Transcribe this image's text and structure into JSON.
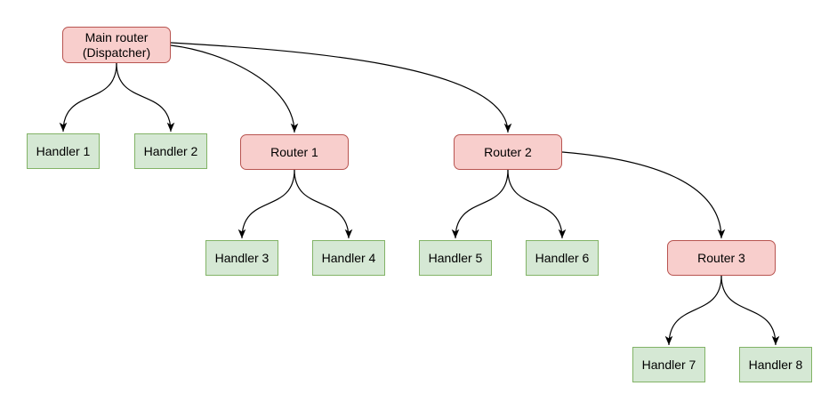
{
  "colors": {
    "background": "#ffffff",
    "router-fill": "#f8cecc",
    "router-stroke": "#b85450",
    "handler-fill": "#d5e8d4",
    "handler-stroke": "#82b366",
    "edge": "#000000",
    "text": "#000000"
  },
  "nodes": {
    "main_router": {
      "label": "Main router\n(Dispatcher)",
      "type": "router"
    },
    "router1": {
      "label": "Router 1",
      "type": "router"
    },
    "router2": {
      "label": "Router 2",
      "type": "router"
    },
    "router3": {
      "label": "Router 3",
      "type": "router"
    },
    "handler1": {
      "label": "Handler 1",
      "type": "handler"
    },
    "handler2": {
      "label": "Handler 2",
      "type": "handler"
    },
    "handler3": {
      "label": "Handler 3",
      "type": "handler"
    },
    "handler4": {
      "label": "Handler 4",
      "type": "handler"
    },
    "handler5": {
      "label": "Handler 5",
      "type": "handler"
    },
    "handler6": {
      "label": "Handler 6",
      "type": "handler"
    },
    "handler7": {
      "label": "Handler 7",
      "type": "handler"
    },
    "handler8": {
      "label": "Handler 8",
      "type": "handler"
    }
  },
  "edges": [
    {
      "from": "main_router",
      "to": "handler1"
    },
    {
      "from": "main_router",
      "to": "handler2"
    },
    {
      "from": "main_router",
      "to": "router1"
    },
    {
      "from": "main_router",
      "to": "router2"
    },
    {
      "from": "router1",
      "to": "handler3"
    },
    {
      "from": "router1",
      "to": "handler4"
    },
    {
      "from": "router2",
      "to": "handler5"
    },
    {
      "from": "router2",
      "to": "handler6"
    },
    {
      "from": "router2",
      "to": "router3"
    },
    {
      "from": "router3",
      "to": "handler7"
    },
    {
      "from": "router3",
      "to": "handler8"
    }
  ]
}
